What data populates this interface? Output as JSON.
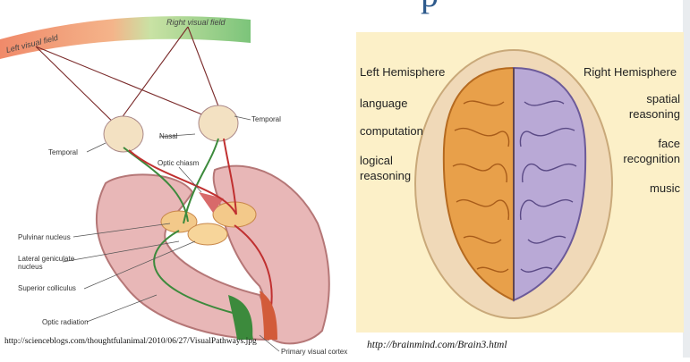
{
  "slide": {
    "title_fragment": "p"
  },
  "left_figure": {
    "left_visual_field": "Left visual field",
    "right_visual_field": "Right visual field",
    "temporal_left": "Temporal",
    "temporal_right": "Temporal",
    "nasal": "Nasal",
    "optic_chiasm": "Optic chiasm",
    "pulvinar_nucleus": "Pulvinar nucleus",
    "lateral_geniculate_line1": "Lateral geniculate",
    "lateral_geniculate_line2": "nucleus",
    "superior_colliculus": "Superior colliculus",
    "optic_radiation": "Optic radiation",
    "primary_visual_cortex": "Primary visual cortex",
    "caption": "http://scienceblogs.com/thoughtfulanimal/2010/06/27/VisualPathways.jpg"
  },
  "right_figure": {
    "left_hemisphere": "Left Hemisphere",
    "right_hemisphere": "Right Hemisphere",
    "language": "language",
    "computation": "computation",
    "logical_line1": "logical",
    "logical_line2": "reasoning",
    "spatial_line1": "spatial",
    "spatial_line2": "reasoning",
    "face_line1": "face",
    "face_line2": "recognition",
    "music": "music",
    "caption": "http://brainmind.com/Brain3.html"
  }
}
